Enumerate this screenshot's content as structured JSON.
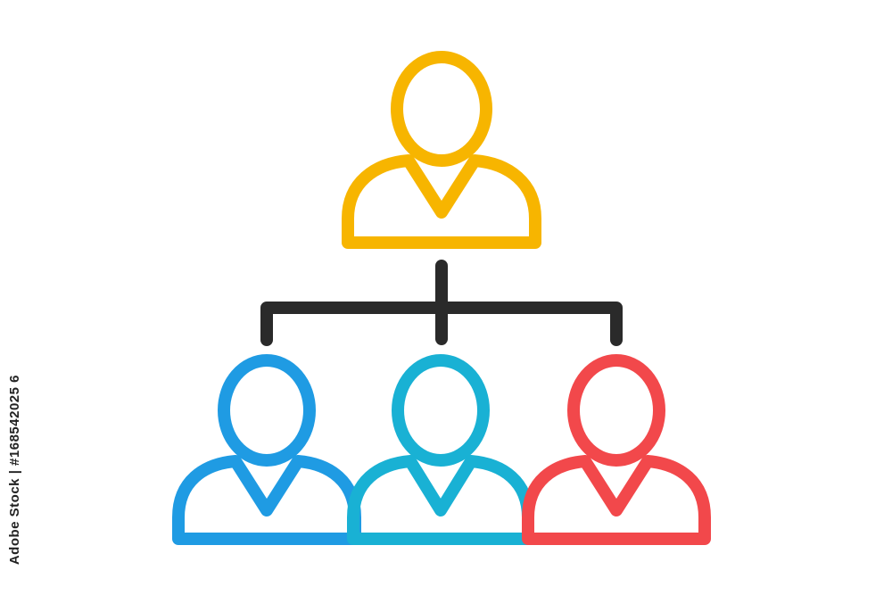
{
  "stock_id": "Adobe Stock | #168542025 6",
  "colors": {
    "connector": "#2a2a2a",
    "top_person": "#f7b500",
    "bottom_left_person": "#1f9be3",
    "bottom_middle_person": "#19b1d4",
    "bottom_right_person": "#f2484b"
  },
  "diagram": {
    "type": "org-hierarchy",
    "nodes": [
      {
        "id": "top",
        "icon": "person-icon",
        "color_key": "top_person",
        "level": 1
      },
      {
        "id": "left",
        "icon": "person-icon",
        "color_key": "bottom_left_person",
        "level": 2
      },
      {
        "id": "middle",
        "icon": "person-icon",
        "color_key": "bottom_middle_person",
        "level": 2
      },
      {
        "id": "right",
        "icon": "person-icon",
        "color_key": "bottom_right_person",
        "level": 2
      }
    ],
    "edges": [
      {
        "from": "top",
        "to": "left"
      },
      {
        "from": "top",
        "to": "middle"
      },
      {
        "from": "top",
        "to": "right"
      }
    ]
  }
}
